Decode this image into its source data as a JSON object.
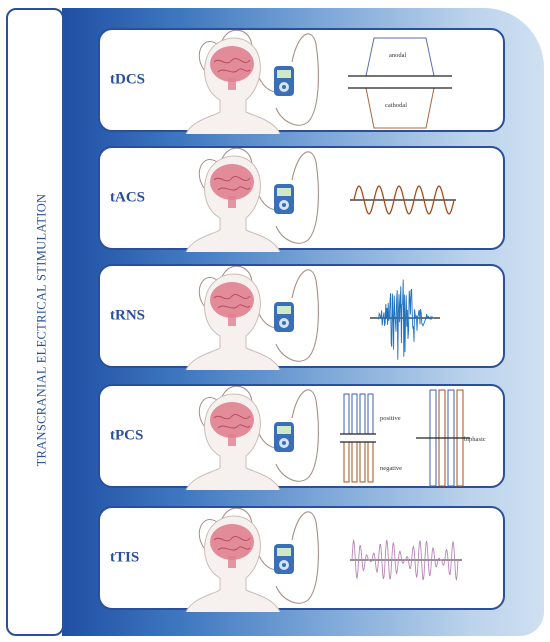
{
  "side_label": "TRANSCRANIAL ELECTRICAL STIMULATION",
  "rows": [
    {
      "label": "tDCS",
      "wave_labels": [
        "anodal",
        "cathodal"
      ]
    },
    {
      "label": "tACS",
      "wave_labels": []
    },
    {
      "label": "tRNS",
      "wave_labels": []
    },
    {
      "label": "tPCS",
      "wave_labels": [
        "positive",
        "negative",
        "biphasic"
      ]
    },
    {
      "label": "tTIS",
      "wave_labels": []
    }
  ],
  "colors": {
    "accent": "#2b4f9a",
    "brain": "#e07f8f",
    "wire": "#a88f88",
    "tdcs_anodal": "#5b6fb0",
    "tdcs_cathodal": "#a46a3f",
    "tacs": "#a4501e",
    "trns": "#1f72c0",
    "tpcs_a": "#3c5fb6",
    "tpcs_b": "#a4501e",
    "ttis": "#b885b9"
  }
}
